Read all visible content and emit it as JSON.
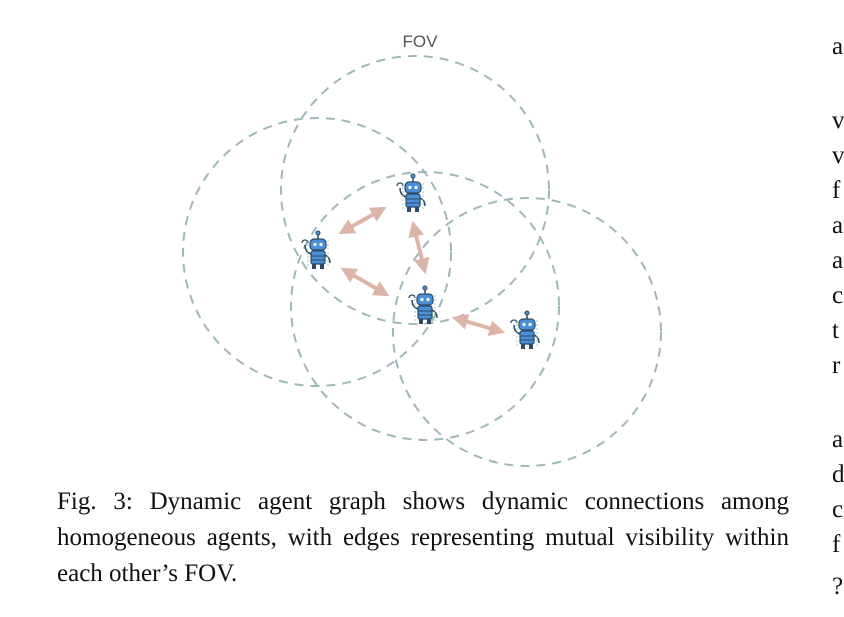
{
  "figure": {
    "fov_label": "FOV",
    "colors": {
      "circle": "#9fb7ba",
      "arrow": "#dcb4a8",
      "robot_body": "#4a90d9",
      "robot_dark": "#2c4a66"
    },
    "agents": [
      "robot-icon",
      "robot-icon",
      "robot-icon",
      "robot-icon"
    ],
    "edges": 4
  },
  "caption": {
    "text": "Fig. 3: Dynamic agent graph shows dynamic connections among homogeneous agents, with edges representing mutual visibility within each other’s FOV."
  },
  "right_column_fragments": [
    "a",
    "v",
    "v",
    "f",
    "a",
    "a",
    "c",
    "t",
    "r",
    "a",
    "d",
    "c",
    "f",
    "?"
  ]
}
